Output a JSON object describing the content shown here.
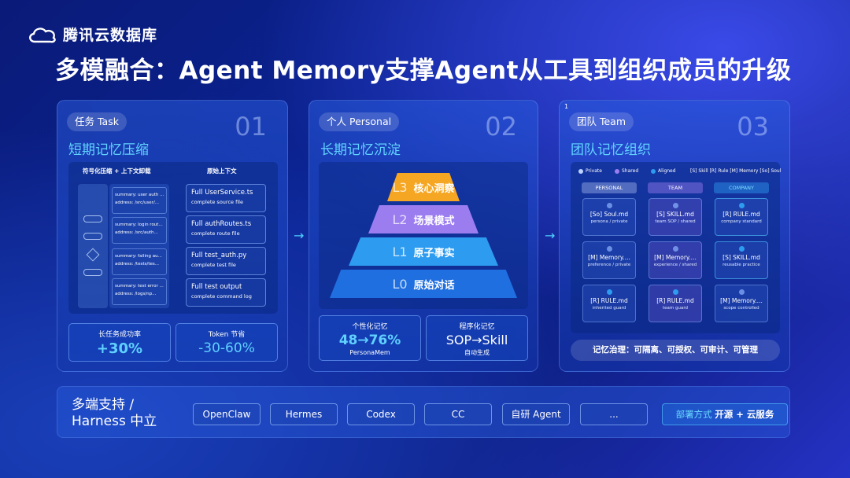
{
  "brand": {
    "name": "腾讯云数据库",
    "icon": "cloud-icon"
  },
  "title": "多模融合：Agent Memory支撑Agent从工具到组织成员的升级",
  "panels": [
    {
      "tag": "任务 Task",
      "number": "01",
      "subtitle": "短期记忆压缩",
      "left_header": "符号化压缩 + 上下文卸载",
      "right_header": "原始上下文",
      "summaries": [
        {
          "l1": "summary: user auth ...",
          "l2": "address: /src/user/..."
        },
        {
          "l1": "summary: login rout...",
          "l2": "address: /src/auth..."
        },
        {
          "l1": "summary: failing au...",
          "l2": "address: /tests/tes..."
        },
        {
          "l1": "summary: test error ...",
          "l2": "address: /logs/np..."
        }
      ],
      "full": [
        {
          "name": "Full UserService.ts",
          "desc": "complete source file"
        },
        {
          "name": "Full authRoutes.ts",
          "desc": "complete route file"
        },
        {
          "name": "Full test_auth.py",
          "desc": "complete test file"
        },
        {
          "name": "Full test output",
          "desc": "complete command log"
        }
      ],
      "stats": [
        {
          "label": "长任务成功率",
          "value": "+30%"
        },
        {
          "label": "Token 节省",
          "value": "-30-60%"
        }
      ]
    },
    {
      "tag": "个人 Personal",
      "number": "02",
      "subtitle": "长期记忆沉淀",
      "tiers": [
        {
          "level": "L3",
          "name": "核心洞察",
          "color": "#f5a623"
        },
        {
          "level": "L2",
          "name": "场景模式",
          "color": "#9c7df0"
        },
        {
          "level": "L1",
          "name": "原子事实",
          "color": "#2d9cf0"
        },
        {
          "level": "L0",
          "name": "原始对话",
          "color": "#1f6fe0"
        }
      ],
      "stats": [
        {
          "label": "个性化记忆",
          "value": "48→76%",
          "sub": "PersonaMem"
        },
        {
          "label": "程序化记忆",
          "value": "SOP→Skill",
          "sub": "自动生成"
        }
      ]
    },
    {
      "tag": "团队 Team",
      "number": "03",
      "subtitle": "团队记忆组织",
      "page_num": "1",
      "legend": {
        "private": "Private",
        "shared": "Shared",
        "aligned": "Aligned",
        "key": "[S] Skill [R] Rule [M] Memory [So] Soul"
      },
      "columns": [
        "PERSONAL",
        "TEAM",
        "COMPANY"
      ],
      "cards": [
        [
          {
            "name": "[So] Soul.md",
            "desc": "persona / private"
          },
          {
            "name": "[M] Memory....",
            "desc": "preference / private"
          },
          {
            "name": "[R] RULE.md",
            "desc": "inherited guard"
          }
        ],
        [
          {
            "name": "[S] SKILL.md",
            "desc": "team SOP / shared"
          },
          {
            "name": "[M] Memory....",
            "desc": "experience / shared"
          },
          {
            "name": "[R] RULE.md",
            "desc": "team guard"
          }
        ],
        [
          {
            "name": "[R] RULE.md",
            "desc": "company standard"
          },
          {
            "name": "[S] SKILL.md",
            "desc": "reusable practice"
          },
          {
            "name": "[M] Memory....",
            "desc": "scope controlled"
          }
        ]
      ],
      "governance": "记忆治理：可隔离、可授权、可审计、可管理"
    }
  ],
  "bottom": {
    "label_line1": "多端支持 /",
    "label_line2": "Harness 中立",
    "platforms": [
      "OpenClaw",
      "Hermes",
      "Codex",
      "CC",
      "自研 Agent",
      "..."
    ],
    "deploy_key": "部署方式",
    "deploy_a": "开源",
    "deploy_plus": " + ",
    "deploy_b": "云服务"
  },
  "arrow_glyph": "→",
  "colors": {
    "accent": "#61d4ff",
    "stat": "#5fd0ff",
    "private_dot": "#bcd4ff",
    "shared_dot": "#9c7df0",
    "aligned_dot": "#2d9cf0"
  }
}
